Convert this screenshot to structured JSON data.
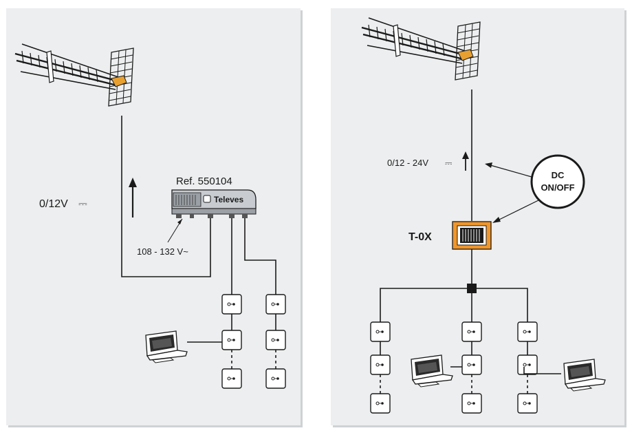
{
  "left_diagram": {
    "ref_label": "Ref. 550104",
    "brand_label": "Televes",
    "voltage_label": "0/12V",
    "mains_label": "108 - 132 V~",
    "dc_symbol": "⎓"
  },
  "right_diagram": {
    "voltage_label": "0/12 - 24V",
    "dc_symbol": "⎓",
    "dc_bubble_line1": "DC",
    "dc_bubble_line2": "ON/OFF",
    "device_label": "T-0X"
  },
  "icons": {
    "antenna": "antenna-icon",
    "outlet": "tv-outlet-icon",
    "tv": "television-icon",
    "amplifier": "amplifier-icon",
    "splitter": "splitter-icon"
  },
  "colors": {
    "panel_bg": "#eceeef",
    "line": "#1a1a1a",
    "device_orange": "#f0962a",
    "antenna_orange": "#e8a030"
  }
}
